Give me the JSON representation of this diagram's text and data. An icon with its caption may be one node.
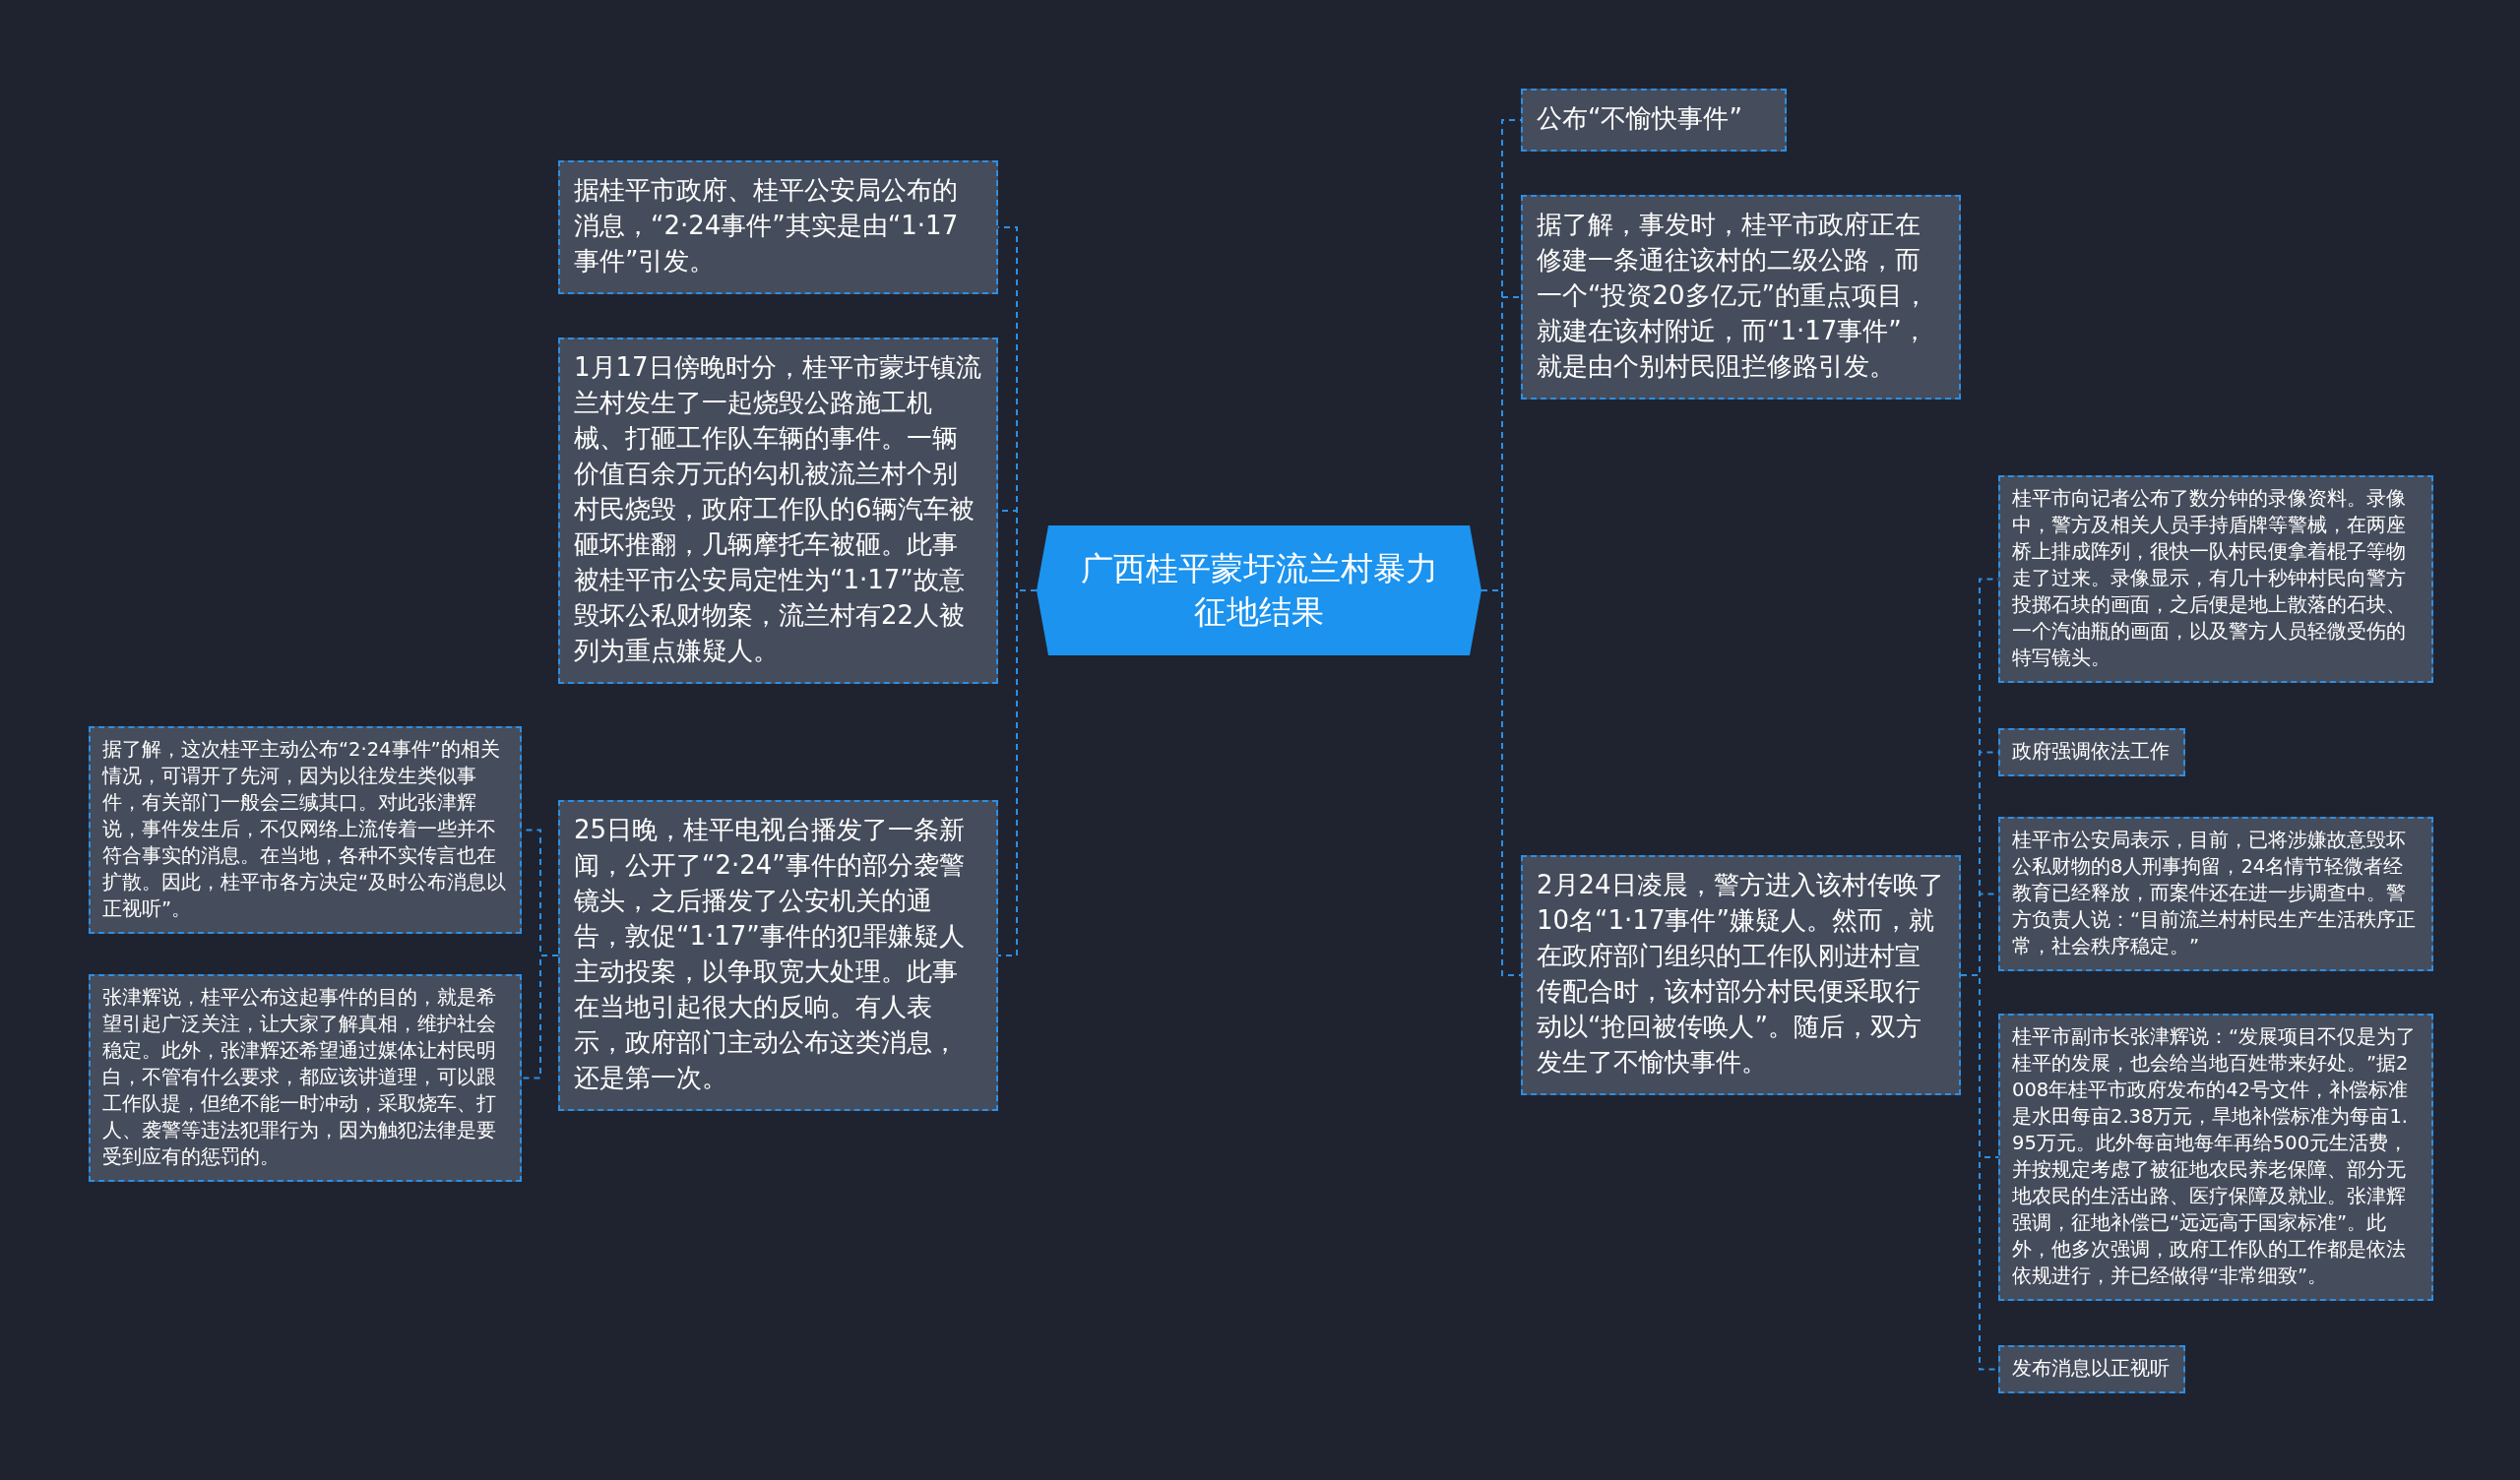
{
  "diagram": {
    "nodes": [
      {
        "text": [
          "广西桂平蒙圩流兰村暴力征地结果"
        ]
      },
      {
        "text": [
          "据桂平市政府、桂平公安局公布的消息，“2·24事件”其实是由“1·17事件”引发。"
        ]
      },
      {
        "text": [
          "1月17日傍晚时分，桂平市蒙圩镇流兰村发生了一起烧毁公路施工机械、打砸工作队车辆的事件。一辆价值百余万元的勾机被流兰村个别村民烧毁，政府工作队的6辆汽车被砸坏推翻，几辆摩托车被砸。此事被桂平市公安局定性为“1·17”故意毁坏公私财物案，流兰村有22人被列为重点嫌疑人。"
        ]
      },
      {
        "text": [
          "25日晚，桂平电视台播发了一条新闻，公开了“2·24”事件的部分袭警镜头，之后播发了公安机关的通告，敦促“1·17”事件的犯罪嫌疑人主动投案，以争取宽大处理。此事在当地引起很大的反响。有人表示，政府部门主动公布这类消息，还是第一次。"
        ]
      },
      {
        "text": [
          "据了解，这次桂平主动公布“2·24事件”的相关情况，可谓开了先河，因为以往发生类似事件，有关部门一般会三缄其口。对此张津辉说，事件发生后，不仅网络上流传着一些并不符合事实的消息。在当地，各种不实传言也在扩散。因此，桂平市各方决定“及时公布消息以正视听”。"
        ]
      },
      {
        "text": [
          "张津辉说，桂平公布这起事件的目的，就是希望引起广泛关注，让大家了解真相，维护社会稳定。此外，张津辉还希望通过媒体让村民明白，不管有什么要求，都应该讲道理，可以跟工作队提，但绝不能一时冲动，采取烧车、打人、袭警等违法犯罪行为，因为触犯法律是要受到应有的惩罚的。"
        ]
      },
      {
        "text": [
          "公布“不愉快事件”"
        ]
      },
      {
        "text": [
          "据了解，事发时，桂平市政府正在修建一条通往该村的二级公路，而一个“投资20多亿元”的重点项目，就建在该村附近，而“1·17事件”，就是由个别村民阻拦修路引发。"
        ]
      },
      {
        "text": [
          "2月24日凌晨，警方进入该村传唤了10名“1·17事件”嫌疑人。然而，就在政府部门组织的工作队刚进村宣传配合时，该村部分村民便采取行动以“抢回被传唤人”。随后，双方发生了不愉快事件。"
        ]
      },
      {
        "text": [
          "桂平市向记者公布了数分钟的录像资料。录像中，警方及相关人员手持盾牌等警械，在两座桥上排成阵列，很快一队村民便拿着棍子等物走了过来。录像显示，有几十秒钟村民向警方投掷石块的画面，之后便是地上散落的石块、一个汽油瓶的画面，以及警方人员轻微受伤的特写镜头。"
        ]
      },
      {
        "text": [
          "政府强调依法工作"
        ]
      },
      {
        "text": [
          "桂平市公安局表示，目前，已将涉嫌故意毁坏公私财物的8人刑事拘留，24名情节轻微者经教育已经释放，而案件还在进一步调查中。警方负责人说：“目前流兰村村民生产生活秩序正常，社会秩序稳定。”"
        ]
      },
      {
        "text": [
          "桂平市副市长张津辉说：“发展项目不仅是为了桂平的发展，也会给当地百姓带来好处。”据2008年桂平市政府发布的42号文件，补偿标准是水田每亩2.38万元，旱地补偿标准为每亩1.95万元。此外每亩地每年再给500元生活费，并按规定考虑了被征地农民养老保障、部分无地农民的生活出路、医疗保障及就业。张津辉强调，征地补偿已“远远高于国家标准”。此外，他多次强调，政府工作队的工作都是依法依规进行，并已经做得“非常细致”。"
        ]
      },
      {
        "text": [
          "发布消息以正视听"
        ]
      }
    ],
    "edges": [
      {
        "from": 0,
        "to": 1,
        "arrow": "none",
        "style": "dashed"
      },
      {
        "from": 0,
        "to": 2,
        "arrow": "none",
        "style": "dashed"
      },
      {
        "from": 0,
        "to": 3,
        "arrow": "none",
        "style": "dashed"
      },
      {
        "from": 3,
        "to": 4,
        "arrow": "none",
        "style": "dashed"
      },
      {
        "from": 3,
        "to": 5,
        "arrow": "none",
        "style": "dashed"
      },
      {
        "from": 0,
        "to": 6,
        "arrow": "none",
        "style": "dashed"
      },
      {
        "from": 0,
        "to": 7,
        "arrow": "none",
        "style": "dashed"
      },
      {
        "from": 0,
        "to": 8,
        "arrow": "none",
        "style": "dashed"
      },
      {
        "from": 8,
        "to": 9,
        "arrow": "none",
        "style": "dashed"
      },
      {
        "from": 8,
        "to": 10,
        "arrow": "none",
        "style": "dashed"
      },
      {
        "from": 8,
        "to": 11,
        "arrow": "none",
        "style": "dashed"
      },
      {
        "from": 8,
        "to": 12,
        "arrow": "none",
        "style": "dashed"
      },
      {
        "from": 8,
        "to": 13,
        "arrow": "none",
        "style": "dashed"
      }
    ]
  }
}
